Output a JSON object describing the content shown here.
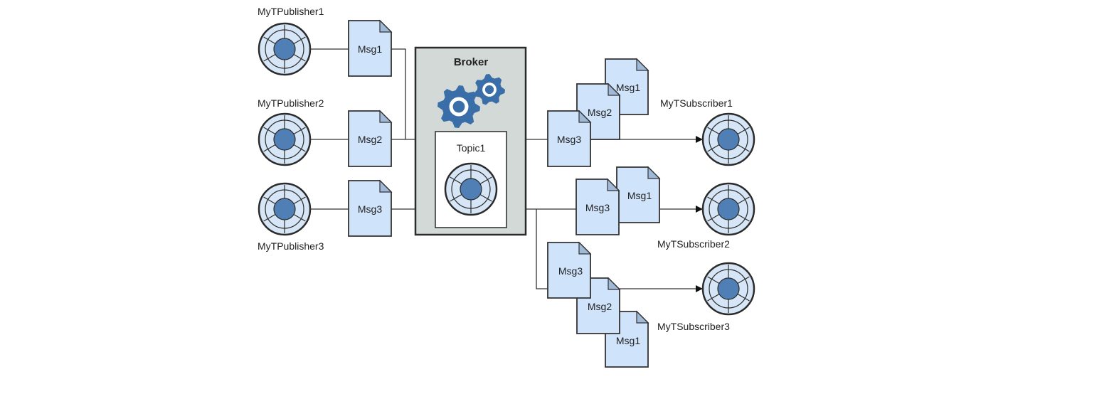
{
  "colors": {
    "node_fill": "#d6e6f7",
    "node_core": "#4f7fb5",
    "node_stroke": "#2b2b2b",
    "doc_fill": "#cfe3fb",
    "doc_stroke": "#333333",
    "broker_fill": "#d3d9d7",
    "gear": "#3a6ea8"
  },
  "publishers": [
    {
      "name": "MyTPublisher1"
    },
    {
      "name": "MyTPublisher2"
    },
    {
      "name": "MyTPublisher3"
    }
  ],
  "publisher_messages": [
    "Msg1",
    "Msg2",
    "Msg3"
  ],
  "broker": {
    "title": "Broker",
    "topic": "Topic1"
  },
  "subscribers": [
    {
      "name": "MyTSubscriber1",
      "messages": [
        "Msg1",
        "Msg2",
        "Msg3"
      ]
    },
    {
      "name": "MyTSubscriber2",
      "messages": [
        "Msg1",
        "Msg3"
      ]
    },
    {
      "name": "MyTSubscriber3",
      "messages": [
        "Msg3",
        "Msg2",
        "Msg1"
      ]
    }
  ]
}
